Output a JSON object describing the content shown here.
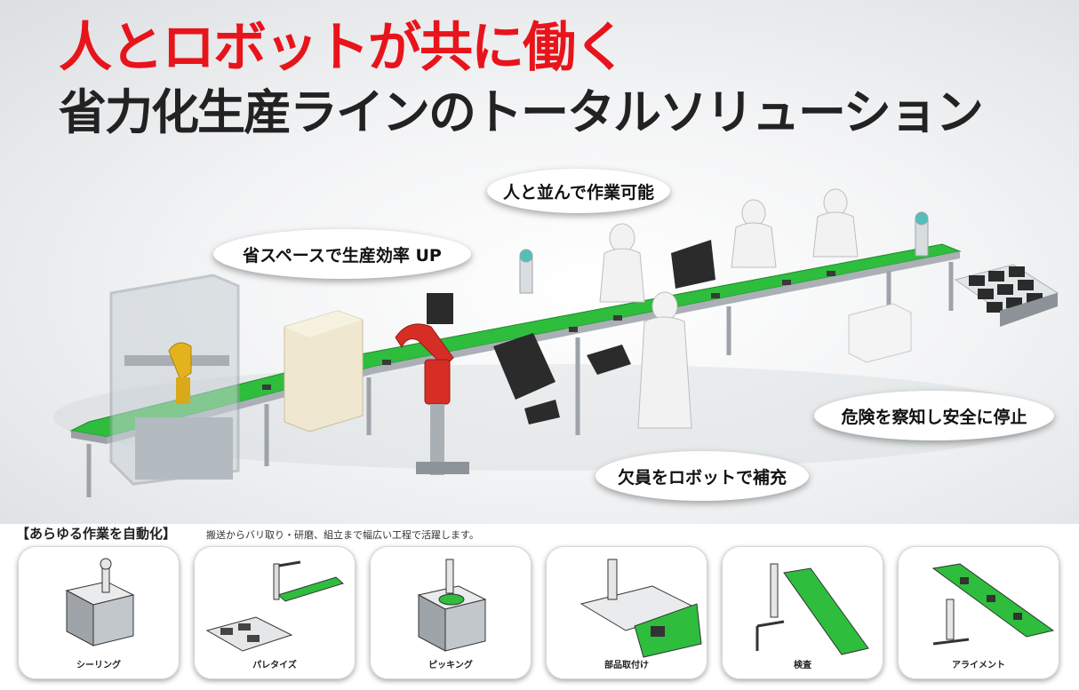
{
  "title": {
    "line1": "人とロボットが共に働く",
    "line2": "省力化生産ラインのトータルソリューション"
  },
  "callouts": {
    "side_by_side": "人と並んで作業可能",
    "space_saving": "省スペースで生産効率 UP",
    "safety_stop": "危険を察知し安全に停止",
    "vacancy": "欠員をロボットで補充"
  },
  "automation": {
    "heading": "【あらゆる作業を自動化】",
    "description": "搬送からバリ取り・研磨、組立まで幅広い工程で活躍します。",
    "cards": [
      {
        "label": "シーリング"
      },
      {
        "label": "パレタイズ"
      },
      {
        "label": "ピッキング"
      },
      {
        "label": "部品取付け"
      },
      {
        "label": "検査"
      },
      {
        "label": "アライメント"
      }
    ]
  },
  "colors": {
    "title_red": "#e8141b",
    "conveyor_green": "#2ebd3d",
    "robot_red": "#d62e25",
    "robot_yellow": "#e3b21d"
  }
}
